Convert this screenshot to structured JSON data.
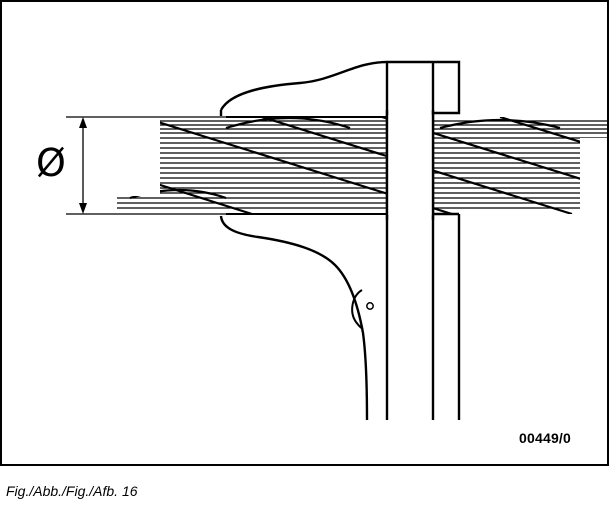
{
  "figure": {
    "diameter_symbol": "Ø",
    "reference_code": "00449/0",
    "caption": "Fig./Abb./Fig./Afb. 16"
  }
}
